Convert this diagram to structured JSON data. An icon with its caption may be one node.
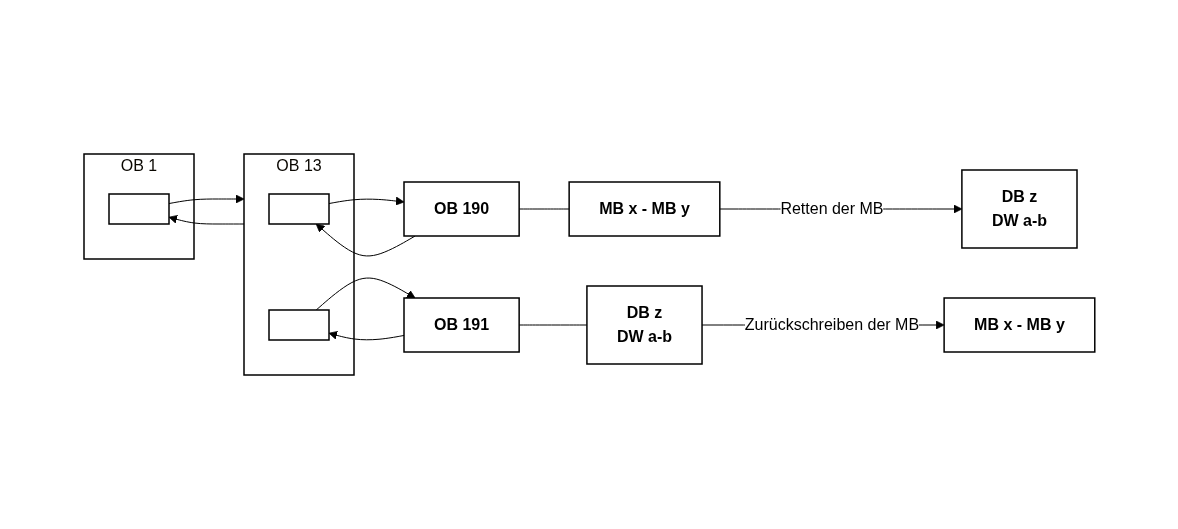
{
  "diagram": {
    "nodes": [
      {
        "text": [
          "OB 1"
        ]
      },
      {
        "text": [],
        "shape": "box",
        "in": 0
      },
      {
        "text": [
          "OB 13"
        ]
      },
      {
        "text": [],
        "shape": "box",
        "in": 2
      },
      {
        "text": [],
        "shape": "box",
        "in": 2
      },
      {
        "text": [
          "OB 190"
        ]
      },
      {
        "text": [
          "MB x - MB y"
        ]
      },
      {
        "text": [
          "DB z",
          "DW a-b"
        ]
      },
      {
        "text": [
          "OB 191"
        ]
      },
      {
        "text": [
          "DB z",
          "DW a-b"
        ]
      },
      {
        "text": [
          "MB x - MB y"
        ]
      }
    ],
    "edges": [
      {
        "from": 1,
        "to": 2,
        "arrow": "to"
      },
      {
        "from": 2,
        "to": 1,
        "arrow": "to"
      },
      {
        "from": 3,
        "to": 5,
        "arrow": "to"
      },
      {
        "from": 5,
        "to": 3,
        "arrow": "to"
      },
      {
        "from": 5,
        "to": 6,
        "arrow": "none"
      },
      {
        "from": 6,
        "to": 7,
        "label": "Retten der MB",
        "arrow": "to"
      },
      {
        "from": 4,
        "to": 8,
        "arrow": "to"
      },
      {
        "from": 8,
        "to": 4,
        "arrow": "to"
      },
      {
        "from": 8,
        "to": 9,
        "arrow": "none"
      },
      {
        "from": 9,
        "to": 10,
        "label": "Zurückschreiben der MB",
        "arrow": "to"
      }
    ]
  }
}
